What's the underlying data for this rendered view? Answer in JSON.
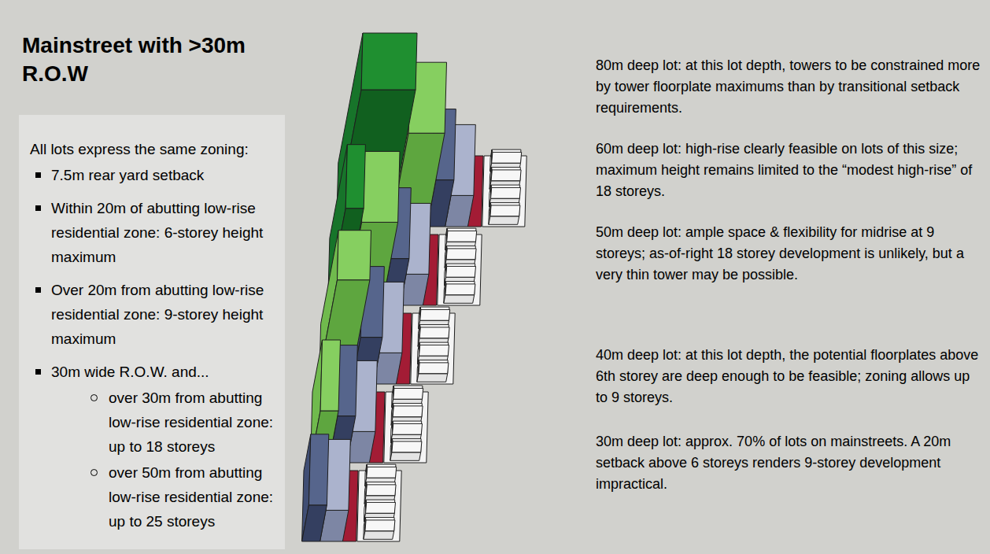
{
  "diagram": {
    "title": "Mainstreet with >30m R.O.W",
    "nodes": [
      {
        "text": [
          "All lots express the same zoning:",
          "7.5m rear yard setback",
          "Within 20m of abutting low-rise residential zone: 6-storey height maximum",
          "Over 20m from abutting low-rise residential zone: 9-storey height maximum",
          "30m wide R.O.W. and...",
          "over 30m from abutting low-rise residential zone: up to 18 storeys",
          "over 50m from abutting low-rise residential zone: up to 25 storeys"
        ]
      }
    ],
    "labels": [
      "80m deep lot: at this lot depth, towers to be constrained more by tower floorplate maximums than by transitional setback requirements.",
      "60m deep lot: high-rise clearly feasible on lots of this size; maximum height remains limited to the “modest high-rise” of 18 storeys.",
      "50m deep lot: ample space & flexibility for midrise at 9 storeys; as-of-right 18 storey development is unlikely, but a very thin tower may be possible.",
      "40m deep lot: at this lot depth, the potential floorplates above 6th storey are deep enough to be feasible; zoning allows up to 9 storeys.",
      "30m deep lot: approx. 70% of lots on mainstreets. A 20m setback above 6 storeys renders 9-storey development impractical."
    ]
  }
}
